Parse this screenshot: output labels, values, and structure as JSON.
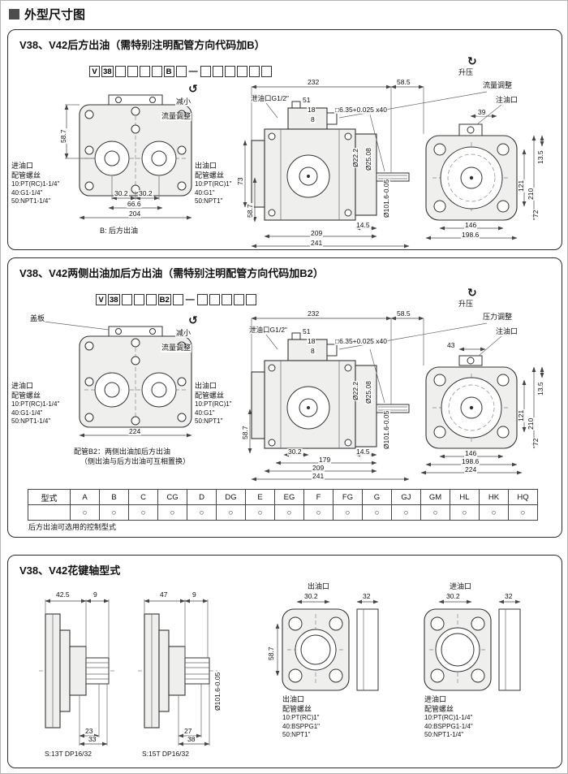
{
  "page": {
    "header": "外型尺寸图"
  },
  "icons": {
    "cw": "↻",
    "ccw": "↺"
  },
  "s1": {
    "title": "V38、V42后方出油（需特别注明配管方向代码加B）",
    "code": [
      "V",
      "38",
      "",
      "",
      "",
      "",
      "B",
      "",
      "—",
      "",
      "",
      "",
      "",
      "",
      ""
    ],
    "labels": {
      "decrease": "减小",
      "flow_left": "流量调整",
      "boost": "升压",
      "flow_top": "流量调整",
      "drain": "泄油口G1/2\"",
      "key": "□6.35+0.025 x40",
      "filler": "注油口",
      "bnote": "B: 后方出油",
      "d232": "232",
      "d585": "58.5",
      "d51": "51",
      "d18": "18",
      "d8": "8",
      "d39": "39",
      "d587": "58.7",
      "d587m": "58.7",
      "d302a": "30.2",
      "d302b": "30.2",
      "d666": "66.6",
      "d204": "204",
      "d73": "73",
      "dia1": "Ø22.2",
      "dia2": "Ø25.08",
      "dia3": "Ø101.6-0.05",
      "d145": "14.5",
      "d209": "209",
      "d241": "241",
      "d121": "121",
      "d210": "210",
      "d135": "13.5",
      "d72": "72",
      "d146": "146",
      "d1986": "198.6",
      "inlet": [
        "进油口",
        "配管螺丝",
        "10:PT(RC)1-1/4\"",
        "40:G1-1/4\"",
        "50:NPT1-1/4\""
      ],
      "outlet": [
        "出油口",
        "配管螺丝",
        "10:PT(RC)1\"",
        "40:G1\"",
        "50:NPT1\""
      ]
    }
  },
  "s2": {
    "title": "V38、V42两侧出油加后方出油（需特别注明配管方向代码加B2）",
    "code": [
      "V",
      "38",
      "",
      "",
      "",
      "B2",
      "",
      "—",
      "",
      "",
      "",
      "",
      ""
    ],
    "labels": {
      "cover": "盖板",
      "decrease": "减小",
      "flow_left": "流量调整",
      "boost": "升压",
      "press": "压力调整",
      "drain": "泄油口G1/2\"",
      "key": "□6.35+0.025 x40",
      "filler": "注油口",
      "b2a": "配管B2：两侧出油加后方出油",
      "b2b": "（侧出油与后方出油可互相置换）",
      "d232": "232",
      "d585": "58.5",
      "d51": "51",
      "d18": "18",
      "d8": "8",
      "d43": "43",
      "d224l": "224",
      "d587": "58.7",
      "d302": "30.2",
      "d179": "179",
      "dia1": "Ø22.2",
      "dia2": "Ø25.08",
      "dia3": "Ø101.6-0.05",
      "d145": "14.5",
      "d209": "209",
      "d241": "241",
      "d121": "121",
      "d210": "210",
      "d135": "13.5",
      "d72": "72",
      "d146": "146",
      "d1986": "198.6",
      "d224r": "224",
      "inlet": [
        "进油口",
        "配管螺丝",
        "10:PT(RC)1-1/4\"",
        "40:G1-1/4\"",
        "50:NPT1-1/4\""
      ],
      "outlet": [
        "出油口",
        "配管螺丝",
        "10:PT(RC)1\"",
        "40:G1\"",
        "50:NPT1\""
      ]
    },
    "table": {
      "head": [
        "型式",
        "A",
        "B",
        "C",
        "CG",
        "D",
        "DG",
        "E",
        "EG",
        "F",
        "FG",
        "G",
        "GJ",
        "GM",
        "HL",
        "HK",
        "HQ"
      ],
      "mark": "○"
    },
    "note": "后方出油可选用的控制型式"
  },
  "s3": {
    "title": "V38、V42花键轴型式",
    "shaft1": {
      "w": "42.5",
      "k": "9",
      "a": "23",
      "b": "33",
      "s": "S:13T DP16/32"
    },
    "shaft2": {
      "w": "47",
      "k": "9",
      "a": "27",
      "b": "38",
      "s": "S:15T DP16/32",
      "dia": "Ø101.6-0.05"
    },
    "outlet": {
      "t": "出油口",
      "d302": "30.2",
      "d32": "32",
      "d587": "58.7",
      "notes": [
        "出油口",
        "配管螺丝",
        "10:PT(RC)1\"",
        "40:BSPPG1\"",
        "50:NPT1\""
      ]
    },
    "inlet": {
      "t": "进油口",
      "d302": "30.2",
      "d32": "32",
      "notes": [
        "进油口",
        "配管螺丝",
        "10:PT(RC)1-1/4\"",
        "40:BSPPG1-1/4\"",
        "50:NPT1-1/4\""
      ]
    }
  }
}
